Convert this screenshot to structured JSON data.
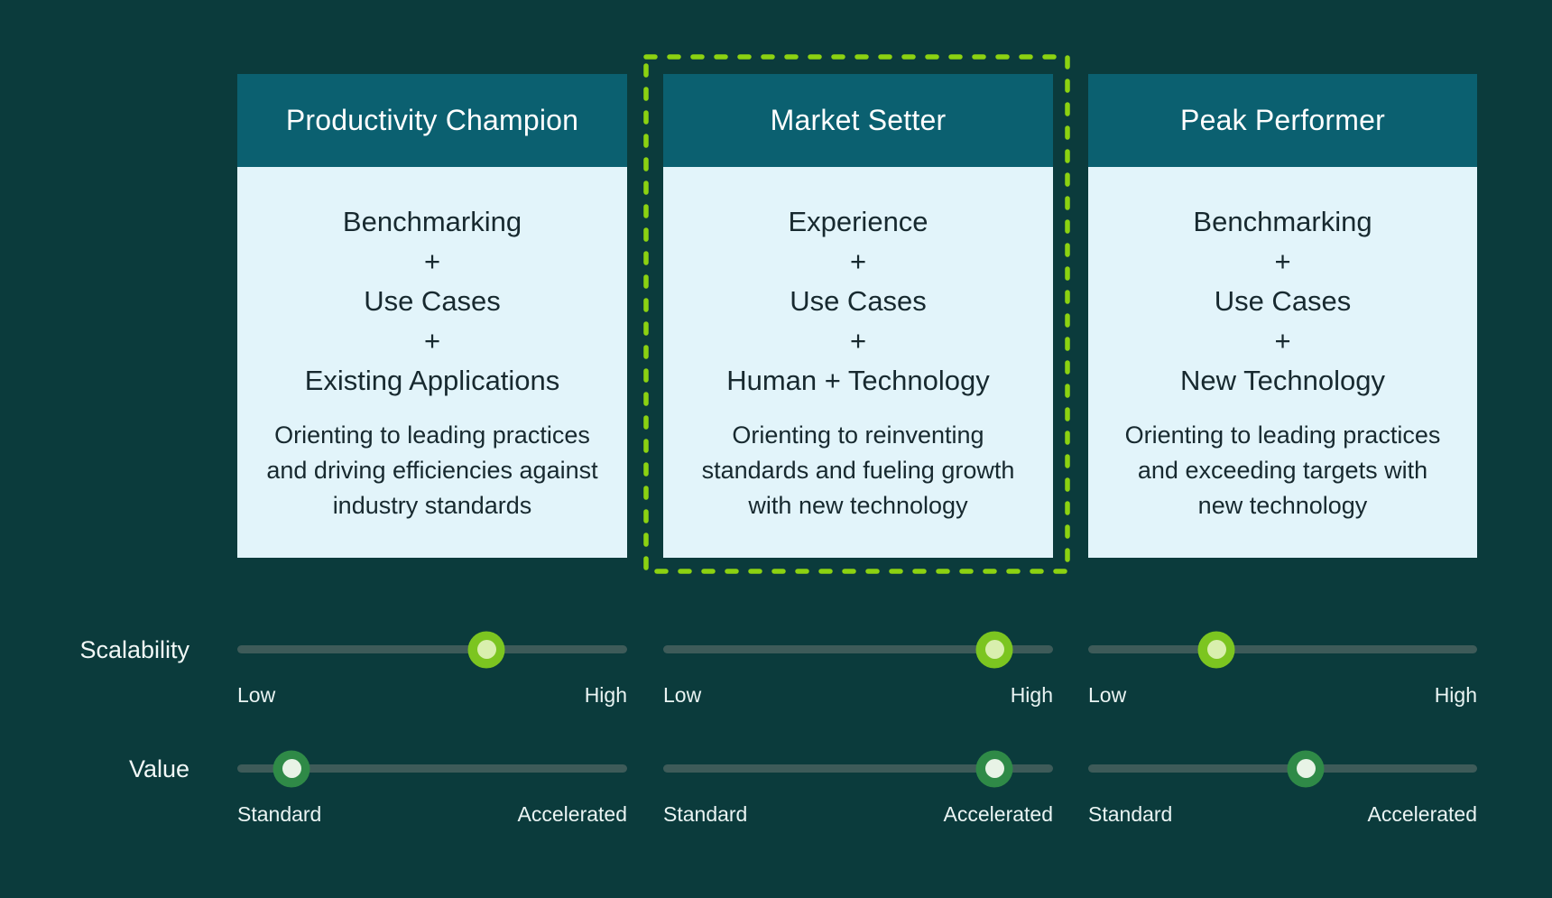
{
  "columns": [
    {
      "title": "Productivity Champion",
      "formula": [
        "Benchmarking",
        "+",
        "Use Cases",
        "+",
        "Existing Applications"
      ],
      "description": "Orienting to leading practices\nand driving efficiencies against\nindustry standards",
      "highlighted": false,
      "scalability_pct": 64,
      "value_pct": 14
    },
    {
      "title": "Market Setter",
      "formula": [
        "Experience",
        "+",
        "Use Cases",
        "+",
        "Human + Technology"
      ],
      "description": "Orienting to reinventing\nstandards and fueling growth\nwith new technology",
      "highlighted": true,
      "scalability_pct": 85,
      "value_pct": 85
    },
    {
      "title": "Peak Performer",
      "formula": [
        "Benchmarking",
        "+",
        "Use Cases",
        "+",
        "New Technology"
      ],
      "description": "Orienting to leading practices\nand exceeding targets with\nnew technology",
      "highlighted": false,
      "scalability_pct": 33,
      "value_pct": 56
    }
  ],
  "rows": {
    "scalability": {
      "label": "Scalability",
      "min": "Low",
      "max": "High"
    },
    "value": {
      "label": "Value",
      "min": "Standard",
      "max": "Accelerated"
    }
  },
  "colors": {
    "background": "#0B3B3C",
    "card_header_teal": "#0B6070",
    "card_body_light": "#E2F4FA",
    "highlight_dash_lime": "#8CD211",
    "scalability_knob": "#7CC520",
    "scalability_knob_center": "#D9EFAE",
    "value_knob": "#2F8A47",
    "value_knob_center": "#E8F3E6",
    "slider_track": "#3E5B59"
  }
}
